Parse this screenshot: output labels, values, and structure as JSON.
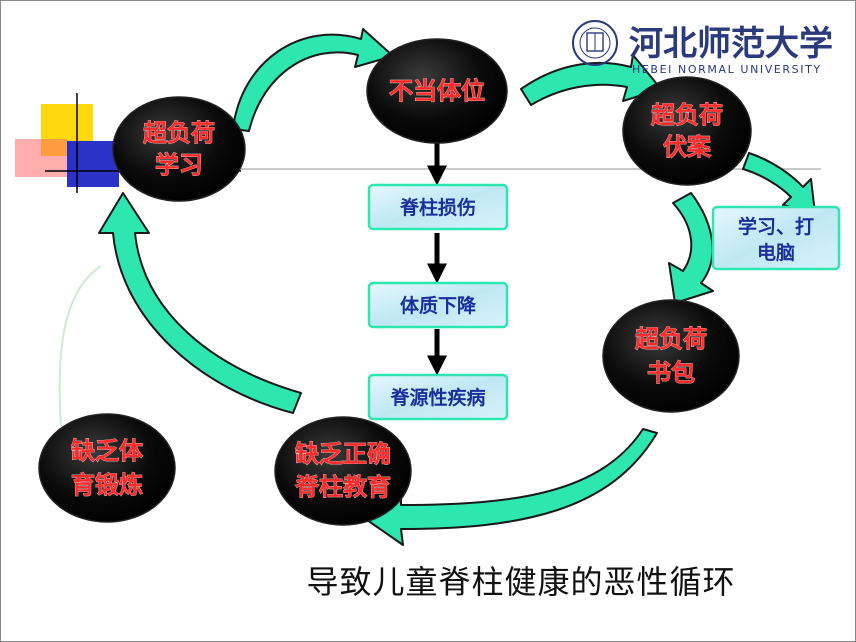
{
  "title": "导致儿童脊柱健康的恶性循环",
  "logo": {
    "name_cn": "河北师范大学",
    "name_en": "HEBEI NORMAL UNIVERSITY"
  },
  "nodes": {
    "overload_study": [
      "超负荷",
      "学习"
    ],
    "improper_posture": [
      "不当体位"
    ],
    "overload_desk": [
      "超负荷",
      "伏案"
    ],
    "overload_bag": [
      "超负荷",
      "书包"
    ],
    "lack_education": [
      "缺乏正确",
      "脊柱教育"
    ],
    "lack_exercise": [
      "缺乏体",
      "育锻炼"
    ]
  },
  "boxes": {
    "spine_injury": "脊柱损伤",
    "physique_decline": "体质下降",
    "spine_disease": "脊源性疾病",
    "study_computer": [
      "学习、打",
      "电脑"
    ]
  },
  "colors": {
    "node_fill": "#000000",
    "node_text": "#ff2a2a",
    "arrow_green": "#2ee6b0",
    "box_fill": "#c8ecf6",
    "box_text": "#1a2f9a",
    "logo": "#2a3a7c"
  }
}
